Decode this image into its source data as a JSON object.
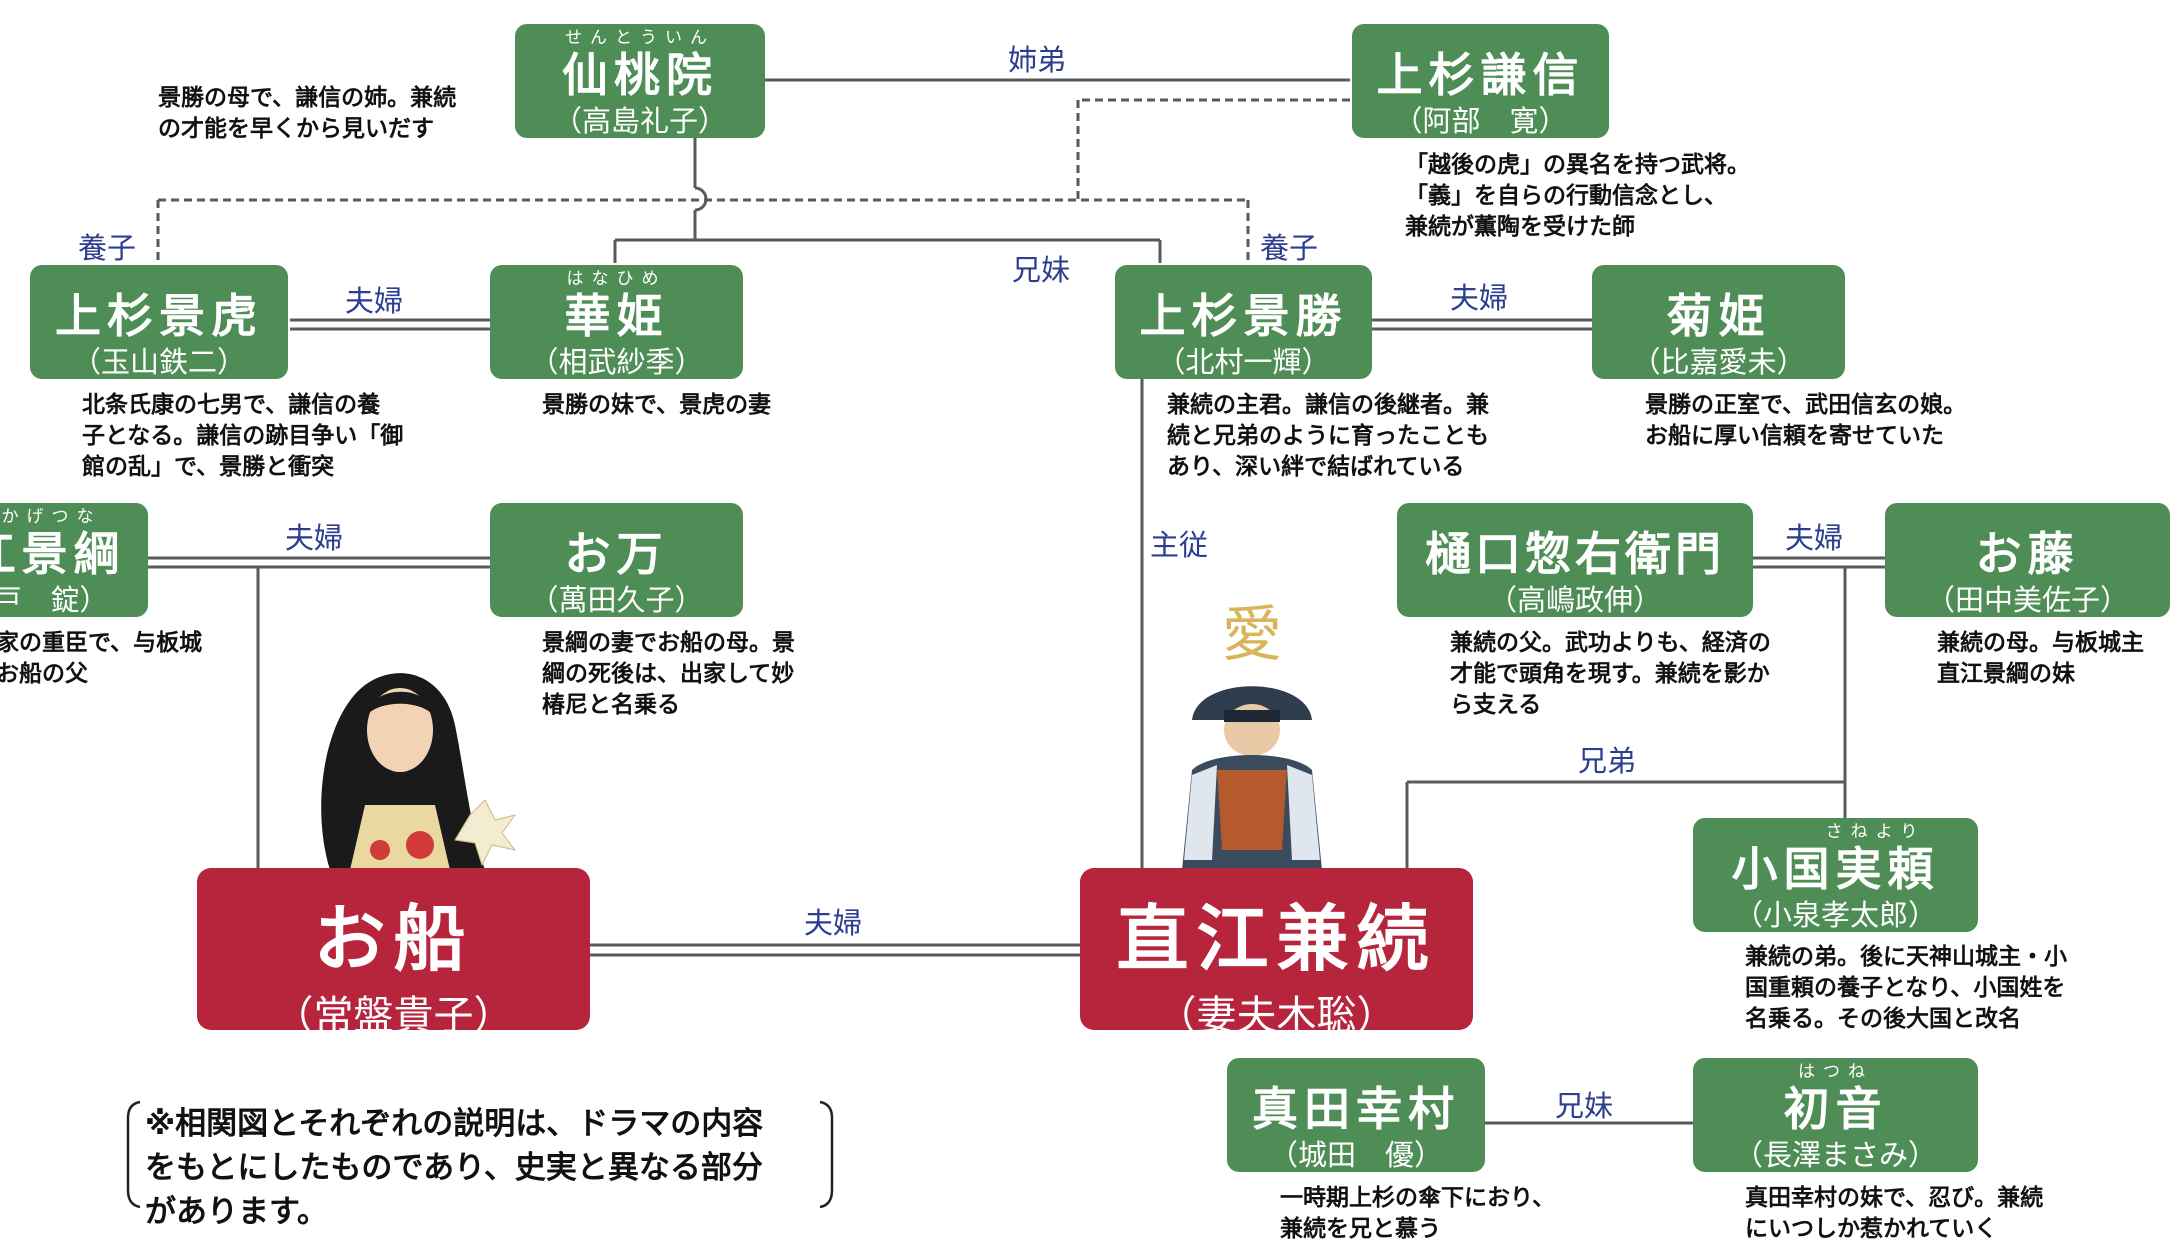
{
  "characters": {
    "sentouin": {
      "name": "仙桃院",
      "actor": "（高島礼子）",
      "ruby": "せんとういん",
      "desc": "景勝の母で、謙信の姉。兼続\nの才能を早くから見いだす"
    },
    "kenshin": {
      "name": "上杉謙信",
      "actor": "（阿部　寛）",
      "desc": "「越後の虎」の異名を持つ武将。\n「義」を自らの行動信念とし、\n兼続が薫陶を受けた師"
    },
    "kagetora": {
      "name": "上杉景虎",
      "actor": "（玉山鉄二）",
      "desc": "北条氏康の七男で、謙信の養\n子となる。謙信の跡目争い「御\n館の乱」で、景勝と衝突"
    },
    "hanahime": {
      "name": "華姫",
      "actor": "（相武紗季）",
      "ruby": "はなひめ",
      "desc": "景勝の妹で、景虎の妻"
    },
    "kagekatsu": {
      "name": "上杉景勝",
      "actor": "（北村一輝）",
      "desc": "兼続の主君。謙信の後継者。兼\n続と兄弟のように育ったことも\nあり、深い絆で結ばれている"
    },
    "kikuhime": {
      "name": "菊姫",
      "actor": "（比嘉愛未）",
      "desc": "景勝の正室で、武田信玄の娘。\nお船に厚い信頼を寄せていた"
    },
    "kagetsuna": {
      "name": "直江景綱",
      "actor": "（宍戸　錠）",
      "ruby": "かげつな",
      "desc": "上杉家の重臣で、与板城\n主。お船の父"
    },
    "oman": {
      "name": "お万",
      "actor": "（萬田久子）",
      "desc": "景綱の妻でお船の母。景\n綱の死後は、出家して妙\n椿尼と名乗る"
    },
    "higuchi": {
      "name": "樋口惣右衛門",
      "actor": "（高嶋政伸）",
      "desc": "兼続の父。武功よりも、経済の\n才能で頭角を現す。兼続を影か\nら支える"
    },
    "ofuji": {
      "name": "お藤",
      "actor": "（田中美佐子）",
      "desc": "兼続の母。与板城主\n直江景綱の妹"
    },
    "ofune": {
      "name": "お船",
      "actor": "（常盤貴子）"
    },
    "kanetsugu": {
      "name": "直江兼続",
      "actor": "（妻夫木聡）"
    },
    "sanenori": {
      "name": "小国実頼",
      "actor": "（小泉孝太郎）",
      "ruby": "さねより",
      "desc": "兼続の弟。後に天神山城主・小\n国重頼の養子となり、小国姓を\n名乗る。その後大国と改名"
    },
    "yukimura": {
      "name": "真田幸村",
      "actor": "（城田　優）",
      "desc": "一時期上杉の傘下におり、\n兼続を兄と慕う"
    },
    "hatsune": {
      "name": "初音",
      "actor": "（長澤まさみ）",
      "ruby": "はつね",
      "desc": "真田幸村の妹で、忍び。兼続\nにいつしか惹かれていく"
    }
  },
  "relations": {
    "shitei": "姉弟",
    "youshi_left": "養子",
    "youshi_right": "養子",
    "kyoudai_mai_top": "兄妹",
    "fuufu_kagetora": "夫婦",
    "fuufu_kagekatsu": "夫婦",
    "fuufu_kagetsuna": "夫婦",
    "fuufu_higuchi": "夫婦",
    "shujuu": "主従",
    "kyoudai": "兄弟",
    "fuufu_main": "夫婦",
    "kyoumai_sanada": "兄妹"
  },
  "note": "※相関図とそれぞれの説明は、ドラマの内容\nをもとにしたものであり、史実と異なる部分\nがあります。",
  "colors": {
    "box": "#4e8d56",
    "main_box": "#b7253c",
    "relation_text": "#2d3d8f",
    "line": "#555555"
  }
}
